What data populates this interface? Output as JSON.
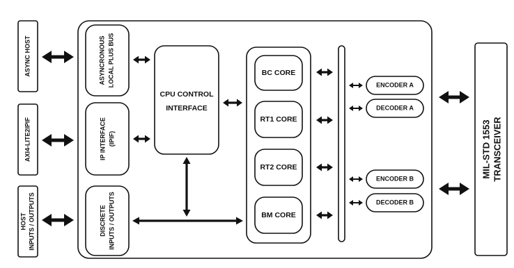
{
  "external": {
    "async_host": "ASYNC HOST",
    "axi4_lite2ipif": "AXI4-LITE2IPIF",
    "host_io_line1": "HOST",
    "host_io_line2": "INPUTS / OUTPUTS",
    "transceiver_line1": "MIL-STD 1553",
    "transceiver_line2": "TRANSCEIVER"
  },
  "interfaces": {
    "async_bus_line1": "ASYNCRONOUS",
    "async_bus_line2": "LOCAL PLUS BUS",
    "ip_interface_line1": "IP INTERFACE",
    "ip_interface_line2": "(IPIF)",
    "discrete_line1": "DISCRETE",
    "discrete_line2": "INPUTS / OUTPUTS"
  },
  "cpu": {
    "line1": "CPU CONTROL",
    "line2": "INTERFACE"
  },
  "cores": [
    "BC CORE",
    "RT1 CORE",
    "RT2 CORE",
    "BM CORE"
  ],
  "codecs": [
    "ENCODER A",
    "DECODER A",
    "ENCODER B",
    "DECODER B"
  ],
  "colors": {
    "stroke": "#111111",
    "background": "#ffffff"
  }
}
